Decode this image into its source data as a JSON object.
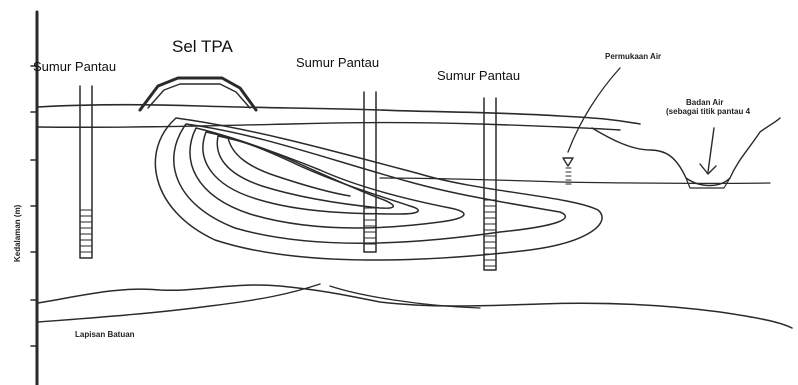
{
  "labels": {
    "wells": [
      "Sumur Pantau",
      "Sumur Pantau",
      "Sumur Pantau"
    ],
    "landfill_cell": "Sel TPA",
    "water_surface": "Permukaan Air",
    "water_body": "Badan Air",
    "water_body_note": "(sebagai titik pantau 4",
    "bedrock": "Lapisan Batuan",
    "depth_axis": "Kedalaman (m)"
  },
  "colors": {
    "ink": "#2a2a2a",
    "background": "#ffffff"
  }
}
